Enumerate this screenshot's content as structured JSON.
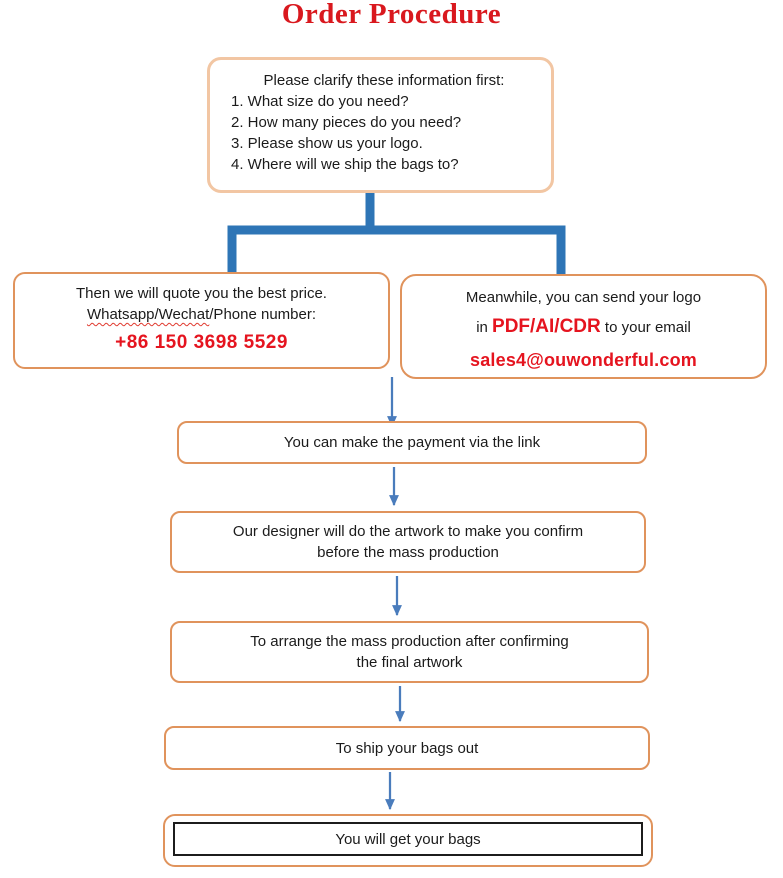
{
  "title": "Order Procedure",
  "intro_box": {
    "heading": "Please clarify these information first:",
    "items": [
      "1. What size do you need?",
      "2. How many pieces do you need?",
      "3. Please show us your logo.",
      "4. Where will we ship the bags to?"
    ]
  },
  "quote_box": {
    "line1": "Then we will quote you the best price.",
    "line2_underlined": "Whatsapp/Wechat",
    "line2_rest": "/Phone number:",
    "phone": "+86 150 3698 5529"
  },
  "logo_box": {
    "line1": "Meanwhile, you can send your logo",
    "line2_prefix": "in ",
    "line2_highlight": "PDF/AI/CDR",
    "line2_suffix": " to your email",
    "email": "sales4@ouwonderful.com"
  },
  "steps": [
    {
      "lines": [
        "You can make the payment via the link"
      ]
    },
    {
      "lines": [
        "Our designer will do the artwork to make you confirm",
        "before the mass production"
      ]
    },
    {
      "lines": [
        "To arrange the mass production after confirming",
        "the final artwork"
      ]
    },
    {
      "lines": [
        "To ship your bags out"
      ]
    },
    {
      "lines": [
        "You will get your bags"
      ]
    }
  ],
  "colors": {
    "title_red": "#d9181e",
    "accent_red": "#e5141f",
    "connector_blue": "#2e75b6",
    "arrow_blue": "#4a7cbc",
    "box_border_orange": "#e0935c",
    "intro_border_peach": "#f2c6a3"
  }
}
